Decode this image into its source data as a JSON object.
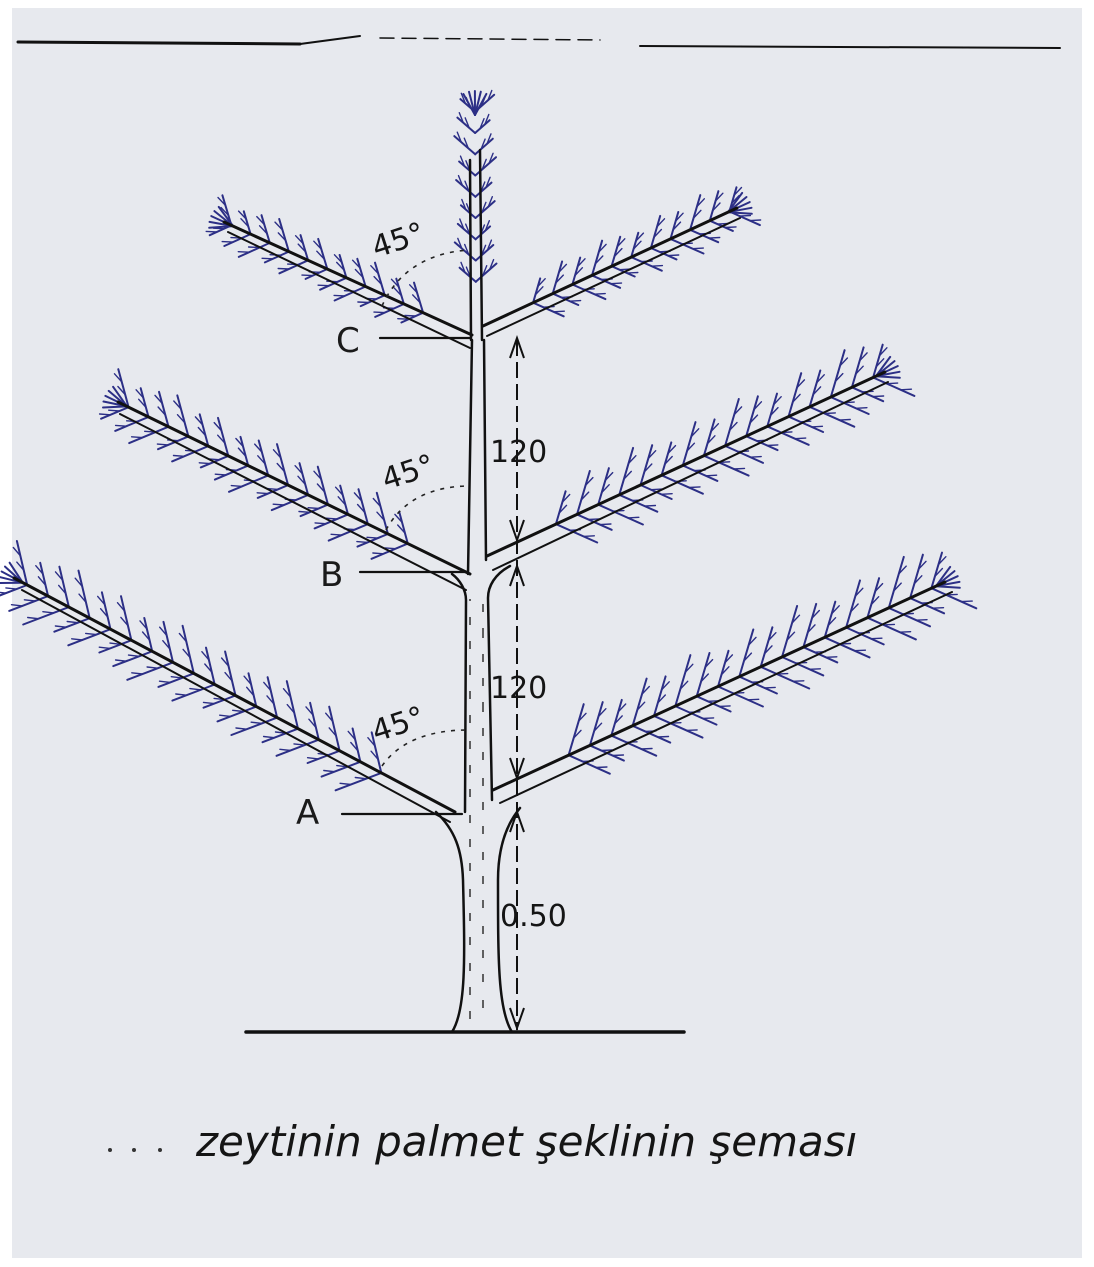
{
  "diagram": {
    "caption": "zeytinin palmet şeklinin şeması",
    "tiers": [
      {
        "label": "C",
        "angle": "45°"
      },
      {
        "label": "B",
        "angle": "45°"
      },
      {
        "label": "A",
        "angle": "45°"
      }
    ],
    "dimensions": [
      "120",
      "120",
      "0.50"
    ],
    "colors": {
      "paper": "#e7e9ee",
      "ink": "#111111",
      "foliage": "#2c2f86"
    }
  }
}
